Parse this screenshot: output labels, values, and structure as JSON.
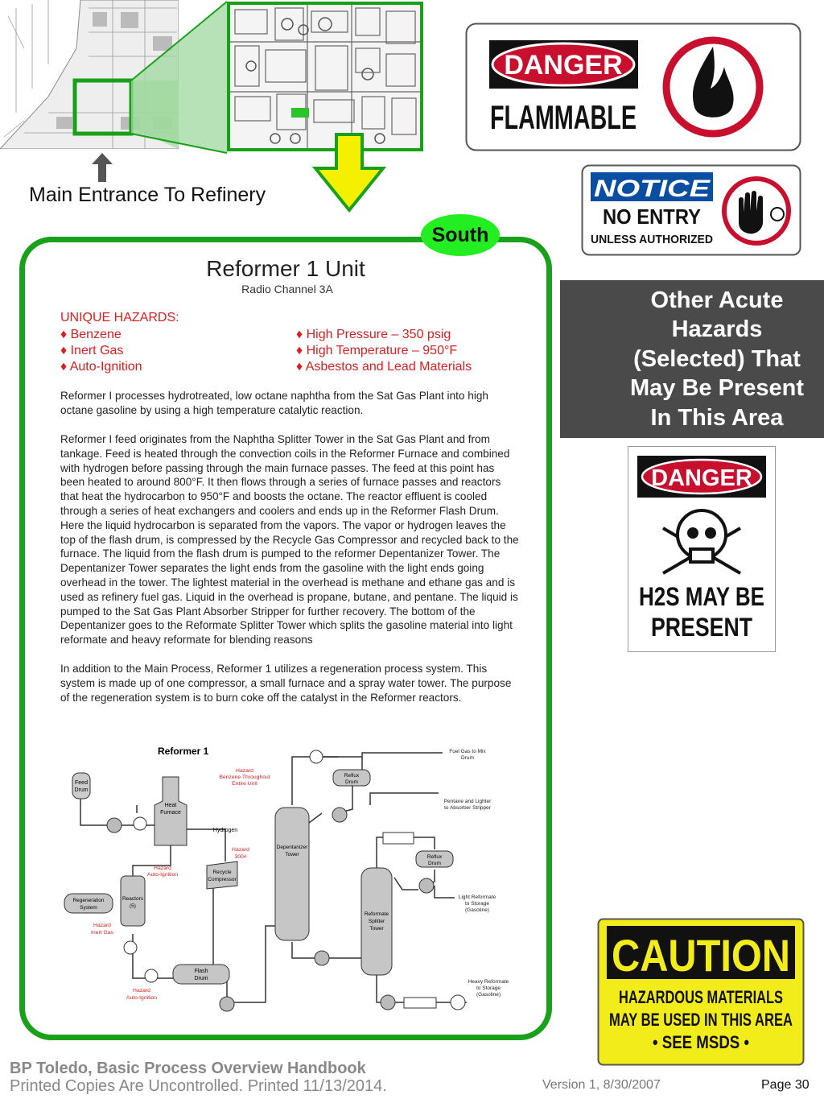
{
  "map": {
    "entrance_label": "Main Entrance To Refinery",
    "direction_badge": "South"
  },
  "unit": {
    "title": "Reformer 1 Unit",
    "radio": "Radio Channel 3A",
    "hazards_heading": "UNIQUE HAZARDS:",
    "hazards_left": [
      "♦ Benzene",
      "♦ Inert Gas",
      "♦ Auto-Ignition"
    ],
    "hazards_right": [
      "♦ High Pressure – 350 psig",
      "♦ High Temperature – 950°F",
      "♦ Asbestos and Lead Materials"
    ],
    "paragraph_1": "Reformer I processes hydrotreated, low octane naphtha from the Sat Gas Plant into high octane gasoline by using a high temperature catalytic reaction.",
    "paragraph_2": "Reformer I feed originates from the Naphtha Splitter Tower in the Sat Gas Plant and from tankage. Feed is heated through the convection coils in the Reformer Furnace and combined with hydrogen before passing through the main furnace passes. The feed at this point has been heated to around 800°F. It then flows through a series of furnace passes and reactors that heat the hydrocarbon to 950°F and boosts the octane. The reactor effluent is cooled through a series of heat exchangers and coolers and ends up in the Reformer Flash Drum. Here the liquid hydrocarbon is separated from the vapors. The vapor or hydrogen leaves the top of the flash drum, is compressed by the Recycle Gas Compressor and recycled back to the furnace. The liquid from the flash drum is pumped to the reformer Depentanizer Tower. The Depentanizer Tower separates the light ends from the gasoline with the light ends going overhead in the tower. The lightest material in the overhead is methane and ethane gas and is used as refinery fuel gas. Liquid in the overhead is propane, butane, and pentane. The liquid is pumped to the Sat Gas Plant Absorber Stripper for further recovery. The bottom of the Depentanizer goes to the Reformate Splitter Tower which splits the gasoline material into light reformate and heavy reformate for blending reasons",
    "paragraph_3": "In addition to the Main Process, Reformer 1 utilizes a regeneration process system. This system is made up of one compressor, a small furnace and a spray water tower. The purpose of the regeneration system is to burn coke off the catalyst in the Reformer reactors."
  },
  "diagram": {
    "title": "Reformer 1",
    "feed_drum": [
      "Feed",
      "Drum"
    ],
    "heat_furnace": [
      "Heat",
      "Furnace"
    ],
    "hydrogen": "Hydrogen",
    "hazard_benzene": [
      "Hazard",
      "Benzene Throughout",
      "Entire Unit"
    ],
    "hazard_300": [
      "Hazard",
      "300#"
    ],
    "hazard_autoignition_1": [
      "Hazard",
      "Auto-Ignition"
    ],
    "recycle_compressor": [
      "Recycle",
      "Compressor"
    ],
    "regeneration": [
      "Regeneration",
      "System"
    ],
    "reactors": [
      "Reactors",
      "(5)"
    ],
    "hazard_inert": [
      "Hazard",
      "Inert Gas"
    ],
    "flash_drum": [
      "Flash",
      "Drum"
    ],
    "hazard_autoignition_2": [
      "Hazard",
      "Auto-Ignition"
    ],
    "depentanizer": [
      "Depentanizer",
      "Tower"
    ],
    "reflux_drum_1": [
      "Reflux",
      "Drum"
    ],
    "reflux_drum_2": [
      "Reflux",
      "Drum"
    ],
    "splitter": [
      "Reformate",
      "Splitter",
      "Tower"
    ],
    "fuel_gas": [
      "Fuel Gas to Mix",
      "Drum"
    ],
    "pentane": [
      "Pentane and Lighter",
      "to Absorber Stripper"
    ],
    "light_reformate": [
      "Light Reformate",
      "to Storage",
      "(Gasoline)"
    ],
    "heavy_reformate": [
      "Heavy Reformate",
      "to Storage",
      "(Gasoline)"
    ]
  },
  "signs": {
    "danger_flammable": {
      "header": "DANGER",
      "text": "FLAMMABLE"
    },
    "notice": {
      "header": "NOTICE",
      "line1": "NO ENTRY",
      "line2": "UNLESS AUTHORIZED"
    },
    "danger_h2s": {
      "header": "DANGER",
      "line1": "H2S MAY BE",
      "line2": "PRESENT"
    },
    "caution": {
      "header": "CAUTION",
      "line1": "HAZARDOUS MATERIALS",
      "line2": "MAY BE USED IN THIS AREA",
      "line3": "• SEE MSDS •"
    }
  },
  "side_box": {
    "text_lines": [
      "Other Acute",
      "Hazards",
      "(Selected) That",
      "May Be Present",
      "In This Area"
    ]
  },
  "footer": {
    "title": "BP Toledo, Basic Process Overview Handbook",
    "note": "Printed Copies Are Uncontrolled. Printed 11/13/2014.",
    "version": "Version 1, 8/30/2007",
    "page": "Page 30"
  },
  "colors": {
    "frame_green": "#1aa11a",
    "badge_green": "#22ee22",
    "hazard_red": "#d62020",
    "arrow_yellow": "#f4f000",
    "caution_yellow": "#f2ec1a"
  }
}
